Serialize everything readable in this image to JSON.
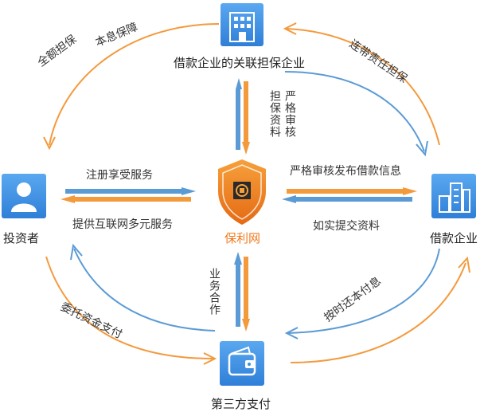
{
  "colors": {
    "orange": "#f39a3d",
    "blue": "#5b9bd5",
    "node_blue": "#3d8fe0",
    "shield_orange": "#ef7b1f",
    "text": "#333333"
  },
  "nodes": {
    "guarantor": {
      "label": "借款企业的关联担保企业",
      "icon": "building-icon"
    },
    "investor": {
      "label": "投资者",
      "icon": "user-icon"
    },
    "platform": {
      "label": "保利网",
      "icon": "shield-logo-icon"
    },
    "borrower": {
      "label": "借款企业",
      "icon": "office-buildings-icon"
    },
    "payment": {
      "label": "第三方支付",
      "icon": "wallet-icon"
    }
  },
  "edges": {
    "full_guarantee": "全额担保",
    "principal_interest": "本息保障",
    "joint_liability": "连带责任担保",
    "guarantee_materials": "担保资料",
    "strict_review_vertical": "严格审核",
    "register_services": "注册享受服务",
    "internet_services": "提供互联网多元服务",
    "strict_review_publish": "严格审核发布借款信息",
    "truthful_materials": "如实提交资料",
    "business_cooperation": "业务合作",
    "repay_on_time": "按时还本付息",
    "entrust_payment": "委托资金支付"
  }
}
